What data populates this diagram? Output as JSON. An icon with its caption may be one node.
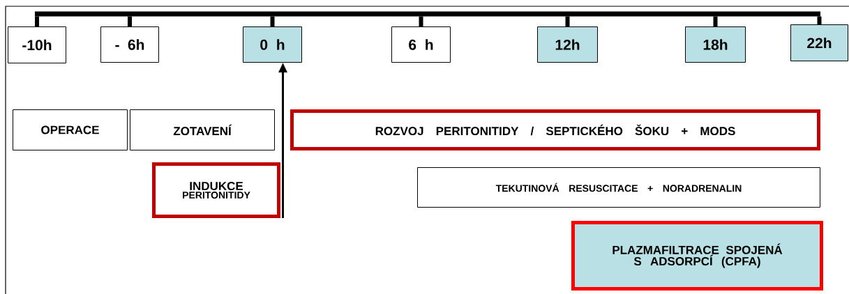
{
  "diagram": {
    "nodes": [
      {
        "text": [],
        "shape": "bar"
      },
      {
        "text": [
          "-10h"
        ]
      },
      {
        "text": [
          "- 6h"
        ]
      },
      {
        "text": [
          "0 h"
        ]
      },
      {
        "text": [
          "6 h"
        ]
      },
      {
        "text": [
          "12h"
        ]
      },
      {
        "text": [
          "18h"
        ]
      },
      {
        "text": [
          "22h"
        ]
      },
      {
        "text": [
          "OPERACE"
        ]
      },
      {
        "text": [
          "ZOTAVENÍ"
        ]
      },
      {
        "text": [
          "ROZVOJ PERITONITIDY  / SEPTICKÉHO ŠOKU + MODS"
        ]
      },
      {
        "text": [
          "INDUKCE",
          "PERITONITIDY"
        ]
      },
      {
        "text": [
          "TEKUTINOVÁ RESUSCITACE  + NORADRENALIN"
        ]
      },
      {
        "text": [
          "PLAZMAFILTRACE SPOJENÁ S ADSORPCÍ (CPFA)"
        ]
      }
    ],
    "edges": [
      {
        "from": 0,
        "to": 1,
        "arrow": "none"
      },
      {
        "from": 0,
        "to": 2,
        "arrow": "none"
      },
      {
        "from": 0,
        "to": 3,
        "arrow": "none"
      },
      {
        "from": 0,
        "to": 4,
        "arrow": "none"
      },
      {
        "from": 0,
        "to": 5,
        "arrow": "none"
      },
      {
        "from": 0,
        "to": 6,
        "arrow": "none"
      },
      {
        "from": 0,
        "to": 7,
        "arrow": "none"
      },
      {
        "from": 11,
        "to": 3,
        "arrow": "to"
      }
    ]
  }
}
